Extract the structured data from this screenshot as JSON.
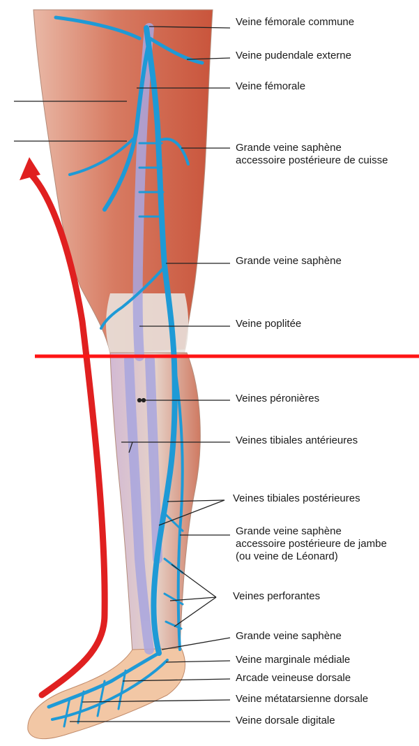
{
  "colors": {
    "vein": "#1e9ad6",
    "deep_vein": "#a9a6df",
    "muscle": "#d9806a",
    "skin": "#f2c7a5",
    "arrow": "#e02020",
    "divider": "#ff1414",
    "leader": "#222222"
  },
  "labels": {
    "femorale_commune": "Veine fémorale commune",
    "pudendale_externe": "Veine pudendale externe",
    "femorale": "Veine fémorale",
    "gvs_acc_cuisse_1": "Grande veine saphène",
    "gvs_acc_cuisse_2": "accessoire postérieure de cuisse",
    "gvs_cuisse": "Grande veine saphène",
    "poplitee": "Veine poplitée",
    "peronieres": "Veines péronières",
    "tibiales_ant": "Veines tibiales antérieures",
    "tibiales_post": "Veines tibiales postérieures",
    "leonard_1": "Grande veine saphène",
    "leonard_2": "accessoire postérieure de jambe",
    "leonard_3": "(ou veine de Léonard)",
    "perforantes": "Veines perforantes",
    "gvs_cheville": "Grande veine saphène",
    "marginale": "Veine marginale médiale",
    "arcade": "Arcade veineuse dorsale",
    "metatarsienne": "Veine métatarsienne dorsale",
    "digitale": "Veine dorsale digitale"
  }
}
